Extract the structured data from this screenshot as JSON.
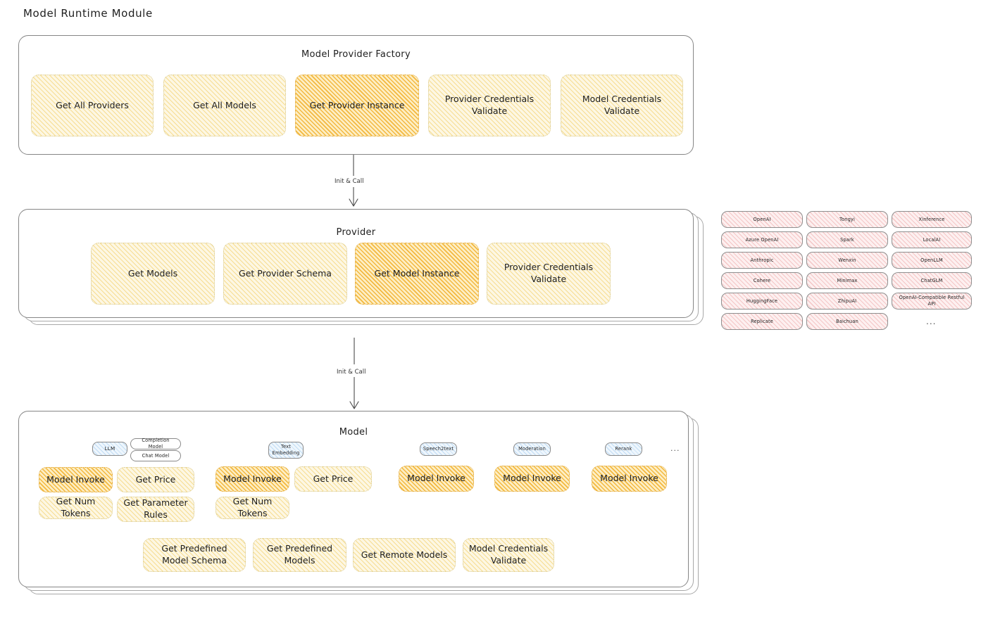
{
  "page": {
    "title": "Model Runtime Module"
  },
  "factory": {
    "title": "Model Provider Factory",
    "items": [
      {
        "label": "Get All Providers",
        "highlight": false
      },
      {
        "label": "Get All Models",
        "highlight": false
      },
      {
        "label": "Get Provider Instance",
        "highlight": true
      },
      {
        "label": "Provider Credentials Validate",
        "highlight": false
      },
      {
        "label": "Model Credentials Validate",
        "highlight": false
      }
    ]
  },
  "arrows": [
    {
      "label": "Init & Call"
    },
    {
      "label": "Init & Call"
    }
  ],
  "provider": {
    "title": "Provider",
    "items": [
      {
        "label": "Get Models",
        "highlight": false
      },
      {
        "label": "Get Provider Schema",
        "highlight": false
      },
      {
        "label": "Get Model Instance",
        "highlight": true
      },
      {
        "label": "Provider Credentials Validate",
        "highlight": false
      }
    ]
  },
  "provider_list": {
    "ellipsis": "...",
    "columns": [
      [
        "OpenAI",
        "Azure OpenAI",
        "Anthropic",
        "Cohere",
        "HuggingFace",
        "Replicate"
      ],
      [
        "Tongyi",
        "Spark",
        "Wenxin",
        "Minimax",
        "ZhipuAI",
        "Baichuan"
      ],
      [
        "Xinference",
        "LocalAI",
        "OpenLLM",
        "ChatGLM",
        "OpenAI-Compatible Restful API"
      ]
    ]
  },
  "model": {
    "title": "Model",
    "ellipsis": "...",
    "types": [
      {
        "name": "LLM",
        "subtypes": [
          "Completion Model",
          "Chat Model"
        ],
        "methods": [
          {
            "label": "Model Invoke",
            "highlight": true
          },
          {
            "label": "Get Price",
            "highlight": false
          },
          {
            "label": "Get Num Tokens",
            "highlight": false
          },
          {
            "label": "Get Parameter Rules",
            "highlight": false
          }
        ]
      },
      {
        "name": "Text Embedding",
        "subtypes": [],
        "methods": [
          {
            "label": "Model Invoke",
            "highlight": true
          },
          {
            "label": "Get Price",
            "highlight": false
          },
          {
            "label": "Get Num Tokens",
            "highlight": false
          }
        ]
      },
      {
        "name": "Speech2text",
        "subtypes": [],
        "methods": [
          {
            "label": "Model Invoke",
            "highlight": true
          }
        ]
      },
      {
        "name": "Moderation",
        "subtypes": [],
        "methods": [
          {
            "label": "Model Invoke",
            "highlight": true
          }
        ]
      },
      {
        "name": "Rerank",
        "subtypes": [],
        "methods": [
          {
            "label": "Model Invoke",
            "highlight": true
          }
        ]
      }
    ],
    "common_methods": [
      "Get Predefined Model Schema",
      "Get Predefined Models",
      "Get Remote Models",
      "Model Credentials Validate"
    ]
  },
  "colors": {
    "highlight_fill": "#fdeec4",
    "normal_fill": "#fdf7e3",
    "provider_tag_fill": "#fdf0f0",
    "model_type_fill": "#eef6fd",
    "stroke": "#868686",
    "text": "#1e1e1e"
  }
}
